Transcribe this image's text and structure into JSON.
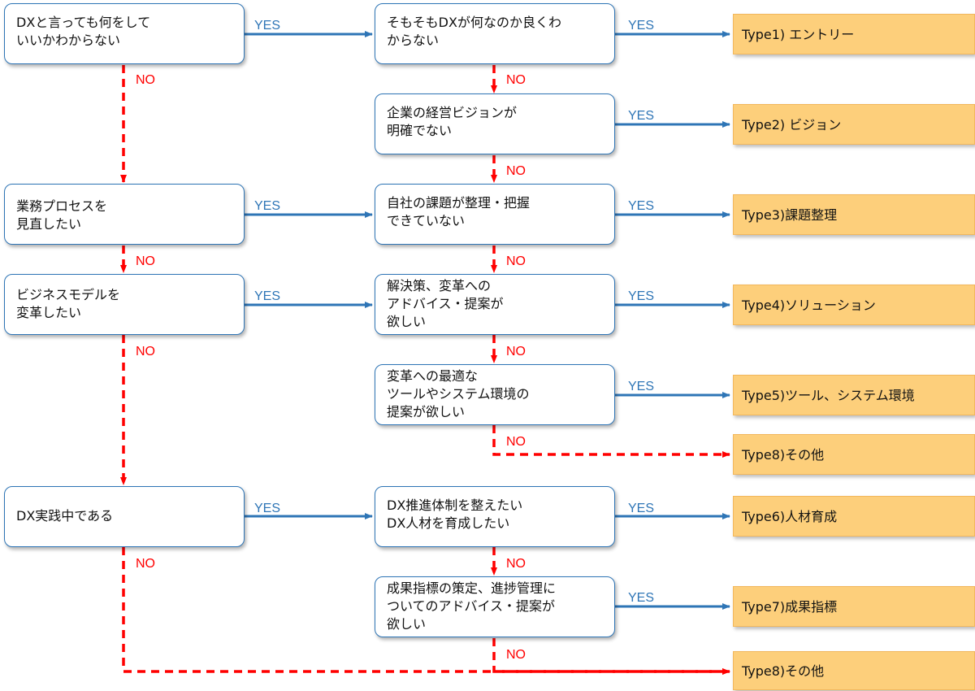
{
  "labels": {
    "yes": "YES",
    "no": "NO"
  },
  "colors": {
    "yes_line": "#2e75b6",
    "no_line": "#ff0000",
    "box_border": "#2e75b6",
    "result_fill": "#fdcf7b"
  },
  "left_questions": [
    "DXと言っても何をして\nいいかわからない",
    "業務プロセスを\n見直したい",
    "ビジネスモデルを\n変革したい",
    "DX実践中である"
  ],
  "mid_questions": [
    "そもそもDXが何なのか良くわ\nからない",
    "企業の経営ビジョンが\n明確でない",
    "自社の課題が整理・把握\nできていない",
    "解決策、変革への\nアドバイス・提案が\n欲しい",
    "変革への最適な\nツールやシステム環境の\n提案が欲しい",
    "DX推進体制を整えたい\nDX人材を育成したい",
    "成果指標の策定、進捗管理に\nついてのアドバイス・提案が\n欲しい"
  ],
  "results": [
    "Type1) エントリー",
    "Type2) ビジョン",
    "Type3)課題整理",
    "Type4)ソリューション",
    "Type5)ツール、システム環境",
    "Type8)その他",
    "Type6)人材育成",
    "Type7)成果指標",
    "Type8)その他"
  ]
}
